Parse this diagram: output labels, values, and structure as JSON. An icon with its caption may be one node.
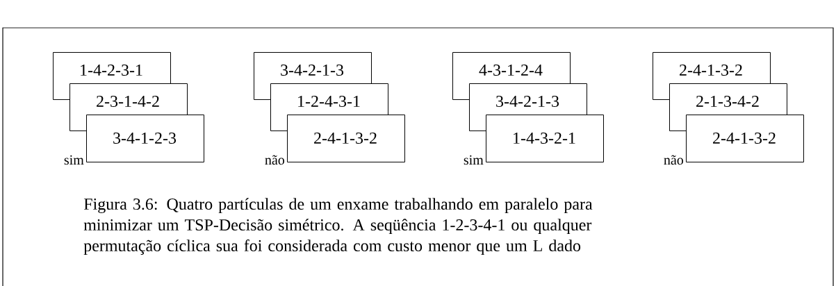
{
  "diagram": {
    "caption": "Figura 3.6: Quatro partículas de um enxame trabalhando em paralelo para minimizar um TSP-Decisão simétrico. A seqüência 1-2-3-4-1 ou qualquer permutação cíclica sua foi considerada com custo menor que um L dado",
    "nodes": [
      {
        "text": [
          "1-4-2-3-1"
        ]
      },
      {
        "text": [
          "2-3-1-4-2"
        ]
      },
      {
        "text": [
          "3-4-1-2-3"
        ],
        "beside": [
          "sim"
        ]
      },
      {
        "text": [
          "3-4-2-1-3"
        ]
      },
      {
        "text": [
          "1-2-4-3-1"
        ]
      },
      {
        "text": [
          "2-4-1-3-2"
        ],
        "beside": [
          "não"
        ]
      },
      {
        "text": [
          "4-3-1-2-4"
        ]
      },
      {
        "text": [
          "3-4-2-1-3"
        ]
      },
      {
        "text": [
          "1-4-3-2-1"
        ],
        "beside": [
          "sim"
        ]
      },
      {
        "text": [
          "2-4-1-3-2"
        ]
      },
      {
        "text": [
          "2-1-3-4-2"
        ]
      },
      {
        "text": [
          "2-4-1-3-2"
        ],
        "beside": [
          "não"
        ]
      }
    ]
  }
}
